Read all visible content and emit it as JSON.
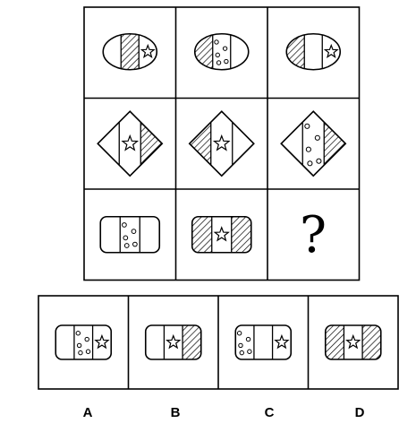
{
  "grid": {
    "rows": [
      {
        "shape": "ellipse",
        "cells": [
          {
            "bands": [
              "empty",
              "hatch",
              "star"
            ]
          },
          {
            "bands": [
              "hatch",
              "dots",
              "empty"
            ]
          },
          {
            "bands": [
              "hatch",
              "empty",
              "star"
            ]
          }
        ]
      },
      {
        "shape": "diamond",
        "cells": [
          {
            "bands": [
              "empty",
              "star",
              "hatch"
            ]
          },
          {
            "bands": [
              "hatch",
              "star",
              "empty"
            ]
          },
          {
            "bands": [
              "empty",
              "dots",
              "hatch"
            ]
          }
        ]
      },
      {
        "shape": "rounded-rect",
        "cells": [
          {
            "bands": [
              "empty",
              "dots",
              "empty"
            ]
          },
          {
            "bands": [
              "hatch",
              "star",
              "hatch"
            ]
          },
          {
            "bands": null
          }
        ]
      }
    ],
    "missing_cell_symbol": "?"
  },
  "options": [
    {
      "label": "A",
      "bands": [
        "empty",
        "dots",
        "star"
      ]
    },
    {
      "label": "B",
      "bands": [
        "empty",
        "star",
        "hatch"
      ]
    },
    {
      "label": "C",
      "bands": [
        "dots",
        "empty",
        "star"
      ]
    },
    {
      "label": "D",
      "bands": [
        "hatch",
        "star",
        "hatch"
      ]
    }
  ],
  "colors": {
    "stroke": "#000000",
    "background": "#ffffff"
  },
  "icons": {
    "star": "star-icon",
    "dots": "dots-pattern",
    "hatch": "diagonal-hatch-pattern"
  }
}
